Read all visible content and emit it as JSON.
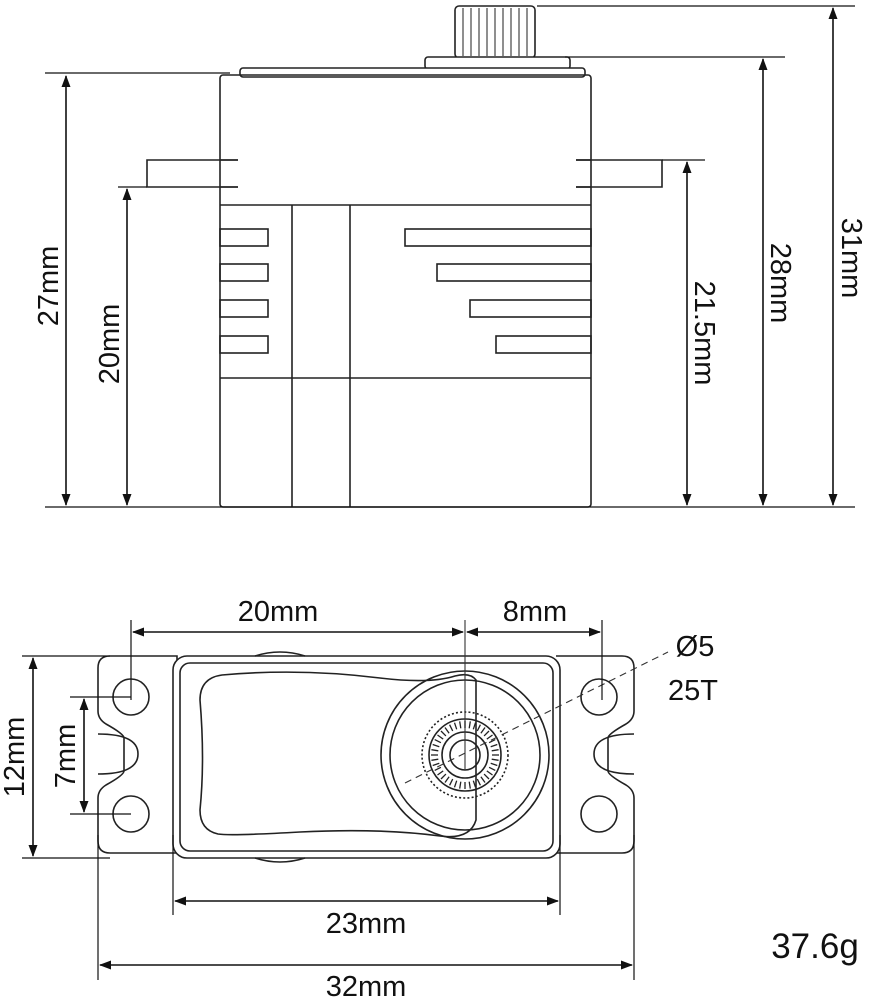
{
  "side_view": {
    "height_body": "27mm",
    "height_mount": "20mm",
    "height_mount_right": "21.5mm",
    "height_case": "28mm",
    "height_total": "31mm"
  },
  "top_view": {
    "hole_spacing": "20mm",
    "shaft_offset": "8mm",
    "shaft_diameter": "Ø5",
    "spline_teeth": "25T",
    "width_total": "12mm",
    "hole_spacing_vertical": "7mm",
    "body_length": "23mm",
    "total_length": "32mm"
  },
  "weight": "37.6g"
}
